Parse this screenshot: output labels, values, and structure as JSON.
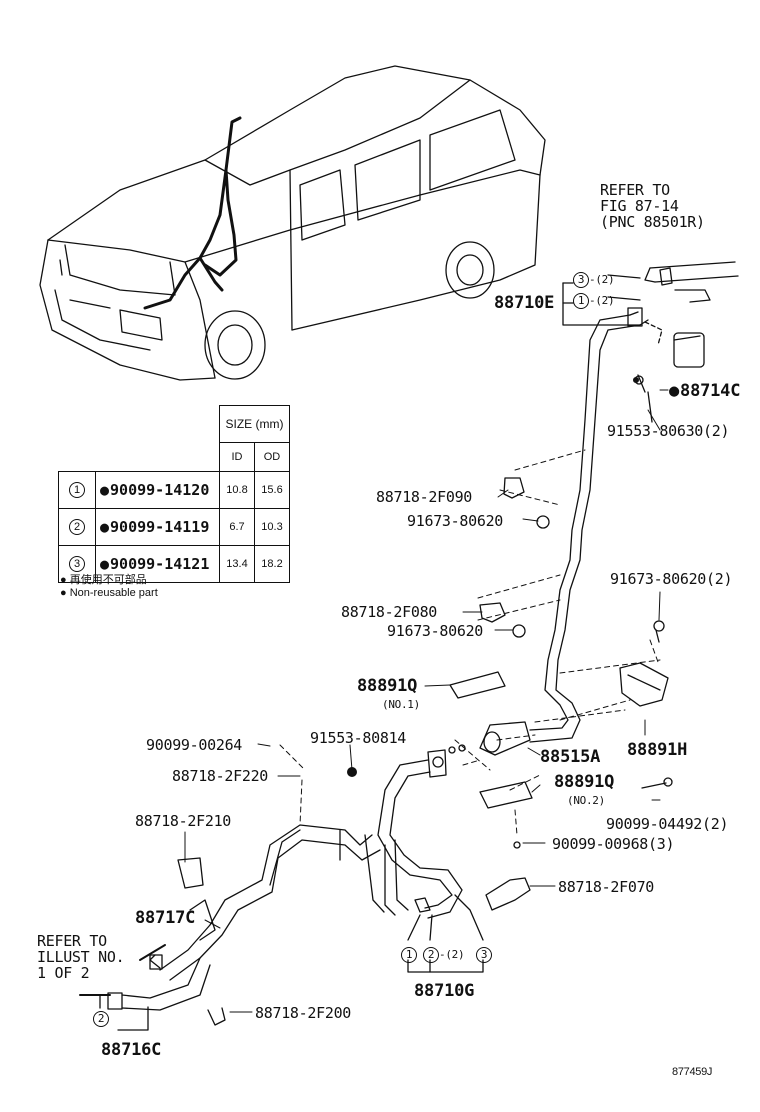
{
  "refer_top": [
    "REFER TO",
    "FIG 87-14",
    "(PNC 88501R)"
  ],
  "refer_left": [
    "REFER TO",
    "ILLUST NO.",
    "1 OF 2"
  ],
  "parts": {
    "p88710E": "88710E",
    "p88714C": "88714C",
    "p91553_80630": "91553-80630(2)",
    "p88718_2F090": "88718-2F090",
    "p91673_80620_a": "91673-80620",
    "p91673_80620_2": "91673-80620(2)",
    "p88718_2F080": "88718-2F080",
    "p91673_80620_b": "91673-80620",
    "p88891Q_1": "88891Q",
    "p88891Q_1_sub": "(NO.1)",
    "p88891H": "88891H",
    "p88515A": "88515A",
    "p88891Q_2": "88891Q",
    "p88891Q_2_sub": "(NO.2)",
    "p90099_04492": "90099-04492(2)",
    "p90099_00968": "90099-00968(3)",
    "p88718_2F070": "88718-2F070",
    "p90099_00264": "90099-00264",
    "p91553_80814": "91553-80814",
    "p88718_2F220": "88718-2F220",
    "p88718_2F210": "88718-2F210",
    "p88717C": "88717C",
    "p88718_2F200": "88718-2F200",
    "p88716C": "88716C",
    "p88710G": "88710G"
  },
  "callouts": {
    "c3_top": "3",
    "c3_top_q": "-(2)",
    "c1_top": "1",
    "c1_top_q": "-(2)",
    "c1_bottom": "1",
    "c2_bottom": "2",
    "c2_bottom_q": "-(2)",
    "c3_bottom": "3",
    "c2_left": "2"
  },
  "size_table": {
    "header": "SIZE (mm)",
    "col_id": "ID",
    "col_od": "OD",
    "rows": [
      {
        "index": "1",
        "part": "90099-14120",
        "id": "10.8",
        "od": "15.6"
      },
      {
        "index": "2",
        "part": "90099-14119",
        "id": "6.7",
        "od": "10.3"
      },
      {
        "index": "3",
        "part": "90099-14121",
        "id": "13.4",
        "od": "18.2"
      }
    ]
  },
  "notes": [
    "再使用不可部品",
    "Non-reusable part"
  ],
  "figure_id": "877459J"
}
